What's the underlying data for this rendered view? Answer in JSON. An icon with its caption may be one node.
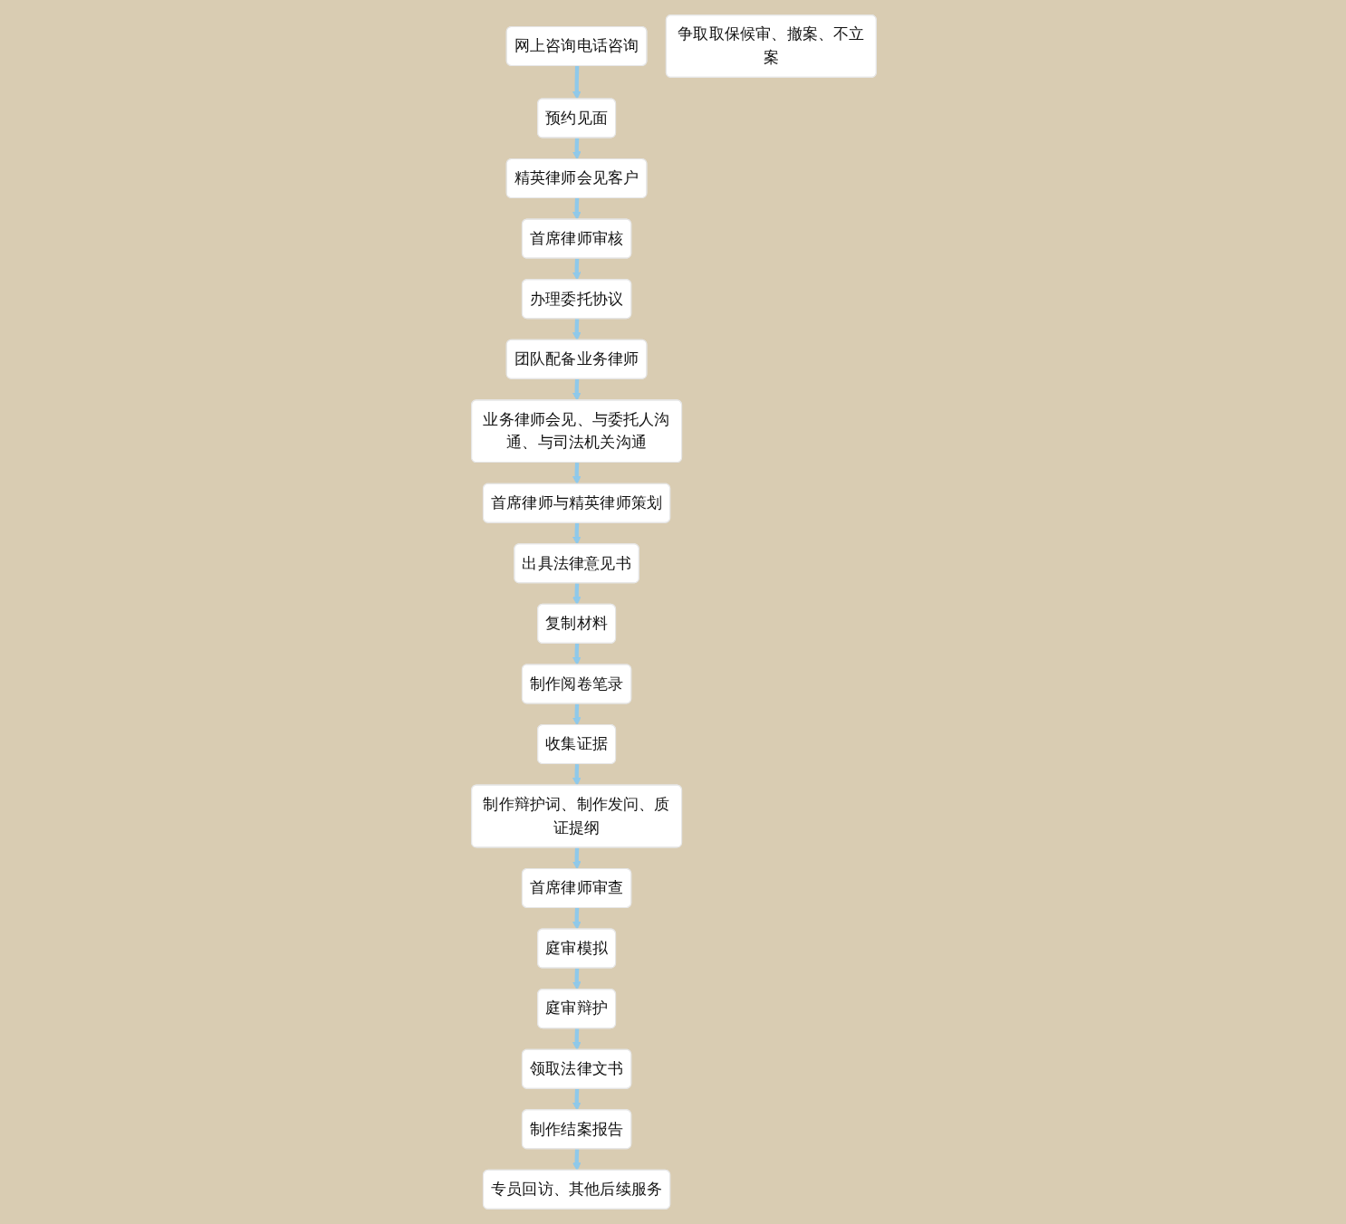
{
  "diagram": {
    "nodes": [
      {
        "text": [
          "网上咨询电话咨询"
        ]
      },
      {
        "text": [
          "预约见面"
        ]
      },
      {
        "text": [
          "精英律师会见客户"
        ]
      },
      {
        "text": [
          "首席律师审核"
        ]
      },
      {
        "text": [
          "办理委托协议"
        ]
      },
      {
        "text": [
          "团队配备业务律师"
        ]
      },
      {
        "text": [
          "业务律师会见、与委托人沟通、与司法机关沟通"
        ]
      },
      {
        "text": [
          "争取取保候审、撤案、不立案"
        ]
      },
      {
        "text": [
          "首席律师与精英律师策划"
        ]
      },
      {
        "text": [
          "出具法律意见书"
        ]
      },
      {
        "text": [
          "复制材料"
        ]
      },
      {
        "text": [
          "制作阅卷笔录"
        ]
      },
      {
        "text": [
          "收集证据"
        ]
      },
      {
        "text": [
          "制作辩护词、制作发问、质证提纲"
        ]
      },
      {
        "text": [
          "首席律师审查"
        ]
      },
      {
        "text": [
          "庭审模拟"
        ]
      },
      {
        "text": [
          "庭审辩护"
        ]
      },
      {
        "text": [
          "领取法律文书"
        ]
      },
      {
        "text": [
          "制作结案报告"
        ]
      },
      {
        "text": [
          "专员回访、其他后续服务"
        ]
      }
    ],
    "edges": [
      {
        "from": 0,
        "to": 1,
        "arrow": "to"
      },
      {
        "from": 1,
        "to": 2,
        "arrow": "to"
      },
      {
        "from": 2,
        "to": 3,
        "arrow": "to"
      },
      {
        "from": 3,
        "to": 4,
        "arrow": "to"
      },
      {
        "from": 4,
        "to": 5,
        "arrow": "to"
      },
      {
        "from": 5,
        "to": 6,
        "arrow": "to"
      },
      {
        "from": 6,
        "to": 8,
        "arrow": "to"
      },
      {
        "from": 8,
        "to": 9,
        "arrow": "to"
      },
      {
        "from": 9,
        "to": 10,
        "arrow": "to"
      },
      {
        "from": 10,
        "to": 11,
        "arrow": "to"
      },
      {
        "from": 11,
        "to": 12,
        "arrow": "to"
      },
      {
        "from": 12,
        "to": 13,
        "arrow": "to"
      },
      {
        "from": 13,
        "to": 14,
        "arrow": "to"
      },
      {
        "from": 14,
        "to": 15,
        "arrow": "to"
      },
      {
        "from": 15,
        "to": 16,
        "arrow": "to"
      },
      {
        "from": 16,
        "to": 17,
        "arrow": "to"
      },
      {
        "from": 17,
        "to": 18,
        "arrow": "to"
      },
      {
        "from": 18,
        "to": 19,
        "arrow": "to"
      }
    ]
  }
}
